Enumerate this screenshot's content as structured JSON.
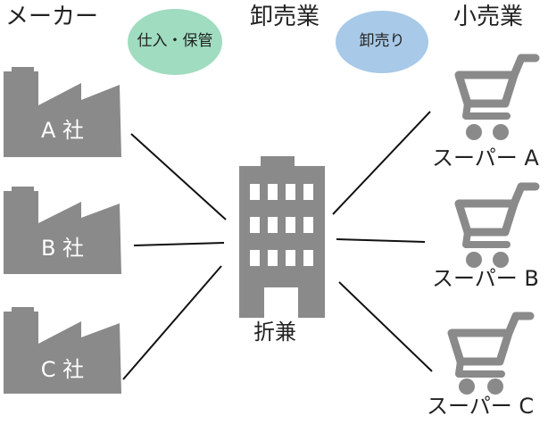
{
  "headers": {
    "maker": "メーカー",
    "wholesale": "卸売業",
    "retail": "小売業"
  },
  "pills": [
    {
      "text": "仕入・保管",
      "color": "#9fdcc0"
    },
    {
      "text": "卸売り",
      "color": "#a8c9e8"
    }
  ],
  "factories": [
    "A 社",
    "B 社",
    "C 社"
  ],
  "wholesaler": "折兼",
  "stores": [
    "スーパー A",
    "スーパー B",
    "スーパー C"
  ],
  "colors": {
    "icon": "#8a8a8a",
    "line": "#111111"
  }
}
